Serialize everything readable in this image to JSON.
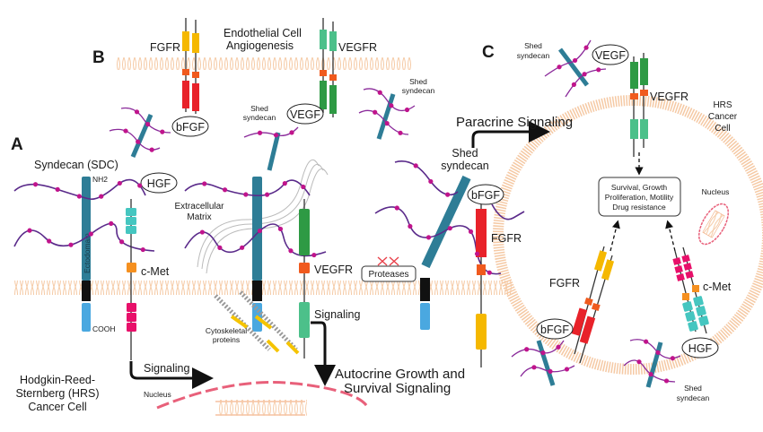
{
  "figure": {
    "panels": {
      "a": "A",
      "b": "B",
      "c": "C"
    },
    "colors": {
      "syndecan_ectodomain": "#2e7d96",
      "syndecan_transmembrane": "#111111",
      "syndecan_cytoplasmic": "#4aa8e0",
      "hs_chain": "#5a2a8a",
      "hs_dot": "#c0148c",
      "membrane": "#f5c9a4",
      "fgfr_extracellular": "#e8222a",
      "fgfr_kinase": "#f5b800",
      "vegfr_extracellular": "#2e9a44",
      "vegfr_kinase": "#4cc08a",
      "cmet_extracellular": "#45c6c0",
      "cmet_kinase": "#e8106a",
      "juxtamembrane": "#f05a1e",
      "nucleus": "#e8607a",
      "chromatin": "#f0a070",
      "protease": "#e8404a"
    },
    "panel_b": {
      "title_line1": "Endothelial Cell",
      "title_line2": "Angiogenesis",
      "fgfr_label": "FGFR",
      "vegfr_label": "VEGFR",
      "bfgf_label": "bFGF",
      "vegf_label": "VEGF",
      "shed_syndecan_1": [
        "Shed",
        "syndecan"
      ],
      "shed_syndecan_2": [
        "Shed",
        "syndecan"
      ]
    },
    "panel_a": {
      "syndecan_label": "Syndecan (SDC)",
      "nh2_label": "NH2",
      "cooh_label": "COOH",
      "ectodomain_label": "Ectodomain",
      "hgf_label": "HGF",
      "cmet_label": "c-Met",
      "ecm_line1": "Extracellular",
      "ecm_line2": "Matrix",
      "vegfr_label": "VEGFR",
      "cytoskeletal_line1": "Cytoskeletal",
      "cytoskeletal_line2": "proteins",
      "signaling_1": "Signaling",
      "signaling_2": "Signaling",
      "nucleus_label": "Nucleus",
      "autocrine_line1": "Autocrine Growth and",
      "autocrine_line2": "Survival Signaling",
      "cell_line1": "Hodgkin-Reed-",
      "cell_line2": "Sternberg (HRS)",
      "cell_line3": "Cancer Cell",
      "proteases_label": "Proteases",
      "shed_syndecan": [
        "Shed",
        "syndecan"
      ],
      "bfgf_label": "bFGF",
      "fgfr_label": "FGFR",
      "paracrine_label": "Paracrine Signaling"
    },
    "panel_c": {
      "shed_syndecan_top": [
        "Shed",
        "syndecan"
      ],
      "vegf_label": "VEGF",
      "vegfr_label": "VEGFR",
      "cell_line1": "HRS",
      "cell_line2": "Cancer",
      "cell_line3": "Cell",
      "outcome_line1": "Survival, Growth",
      "outcome_line2": "Proliferation, Motility",
      "outcome_line3": "Drug resistance",
      "nucleus_label": "Nucleus",
      "fgfr_label": "FGFR",
      "cmet_label": "c-Met",
      "bfgf_label": "bFGF",
      "hgf_label": "HGF",
      "shed_syndecan_bottom": [
        "Shed",
        "syndecan"
      ]
    }
  }
}
